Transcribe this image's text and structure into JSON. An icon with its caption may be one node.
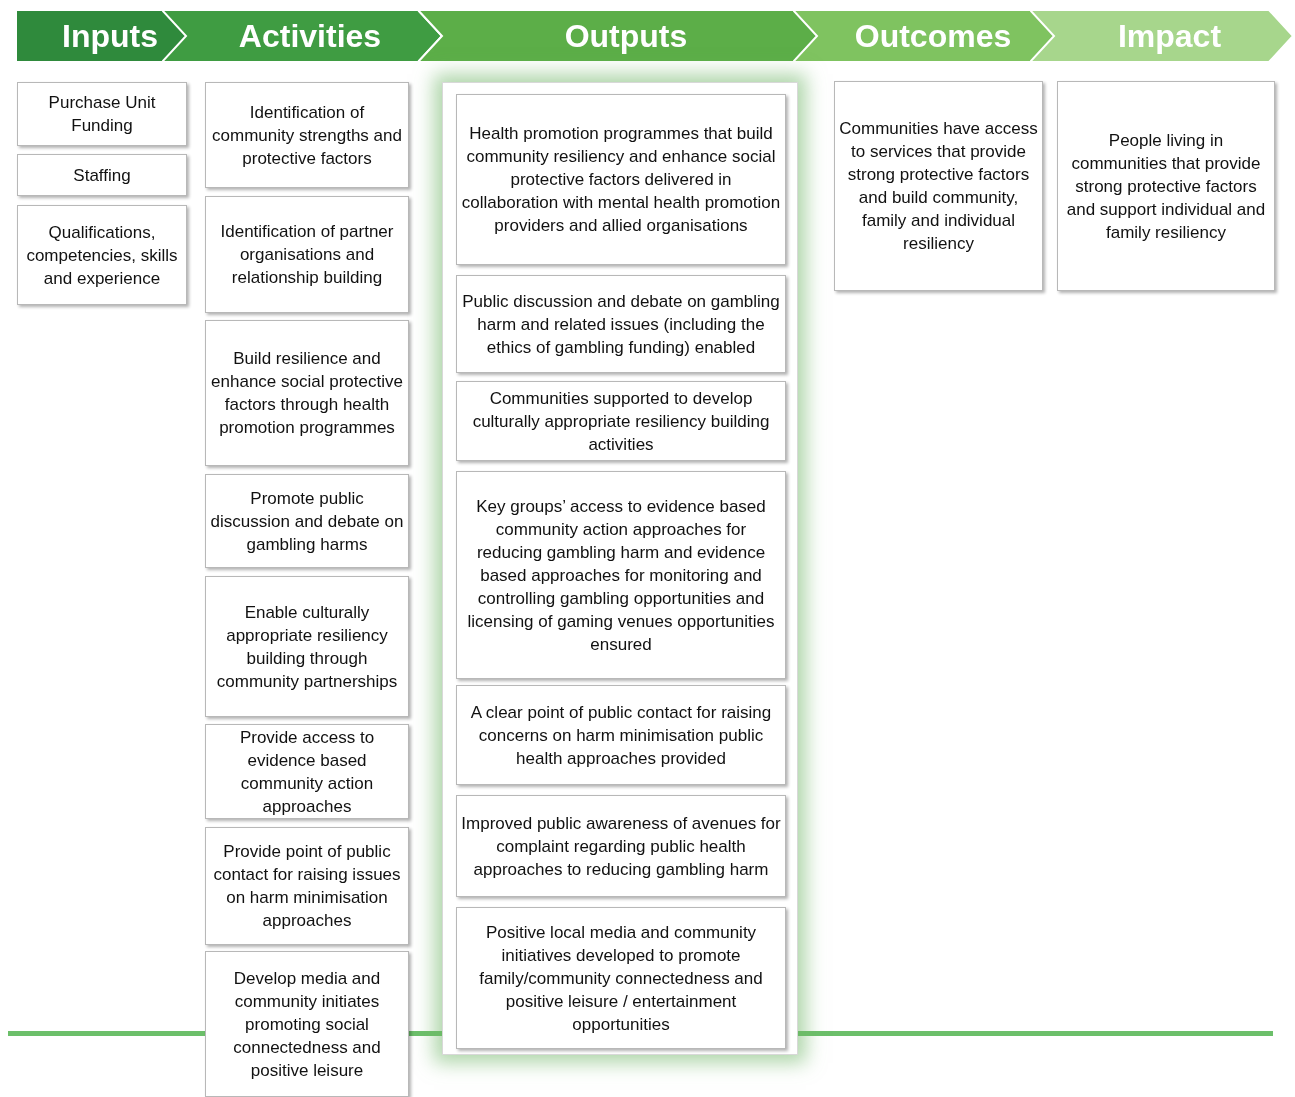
{
  "diagram": {
    "nodes": [
      {
        "text": [
          "Inputs"
        ]
      },
      {
        "text": [
          "Activities"
        ]
      },
      {
        "text": [
          "Outputs"
        ]
      },
      {
        "text": [
          "Outcomes"
        ]
      },
      {
        "text": [
          "Impact"
        ]
      },
      {
        "text": [
          "Purchase Unit Funding"
        ]
      },
      {
        "text": [
          "Staffing"
        ]
      },
      {
        "text": [
          "Qualifications, competencies, skills and experience"
        ]
      },
      {
        "text": [
          "Identification of community strengths and protective factors"
        ]
      },
      {
        "text": [
          "Identification of partner organisations and relationship building"
        ]
      },
      {
        "text": [
          "Build resilience and enhance social protective factors through health promotion programmes"
        ]
      },
      {
        "text": [
          "Promote public discussion and debate on gambling harms"
        ]
      },
      {
        "text": [
          "Enable culturally appropriate resiliency building through community partnerships"
        ]
      },
      {
        "text": [
          "Provide access to evidence based community action approaches"
        ]
      },
      {
        "text": [
          "Provide point of public contact for raising issues on harm minimisation approaches"
        ]
      },
      {
        "text": [
          "Develop media and community initiates promoting social connectedness and positive leisure"
        ]
      },
      {
        "text": [],
        "shape": "box"
      },
      {
        "text": [
          "Health promotion programmes that build community resiliency and enhance social protective factors delivered in collaboration with mental health promotion providers and allied organisations"
        ],
        "in": 16
      },
      {
        "text": [
          "Public discussion and debate on gambling harm and related issues (including the ethics of gambling funding) enabled"
        ],
        "in": 16
      },
      {
        "text": [
          "Communities supported to develop culturally appropriate resiliency building activities"
        ],
        "in": 16
      },
      {
        "text": [
          "Key groups’ access to evidence based community action approaches for reducing gambling harm and evidence based approaches for monitoring and controlling gambling opportunities and licensing of gaming venues opportunities ensured"
        ],
        "in": 16
      },
      {
        "text": [
          "A clear point of public contact for raising concerns on harm minimisation public health approaches provided"
        ],
        "in": 16
      },
      {
        "text": [
          "Improved public awareness of avenues for complaint regarding public health approaches to reducing gambling harm"
        ],
        "in": 16
      },
      {
        "text": [
          "Positive local media and community initiatives developed to promote family/community connectedness and positive leisure / entertainment opportunities"
        ],
        "in": 16
      },
      {
        "text": [
          "Communities have access to services that provide strong protective factors and build community, family and individual resiliency"
        ]
      },
      {
        "text": [
          "People living in communities that provide strong protective factors and support individual and family resiliency"
        ]
      }
    ]
  }
}
